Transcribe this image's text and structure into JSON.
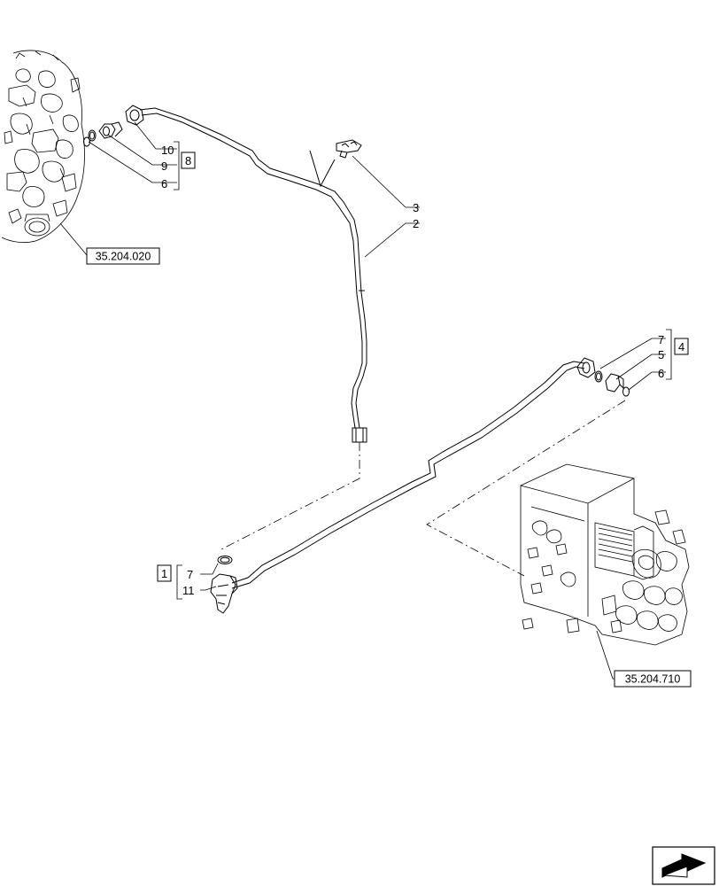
{
  "callouts": {
    "c10": "10",
    "c9": "9",
    "c6a": "6",
    "c8": "8",
    "c3": "3",
    "c2": "2",
    "c7a": "7",
    "c5": "5",
    "c6b": "6",
    "c4": "4",
    "c1": "1",
    "c7b": "7",
    "c11": "11"
  },
  "refs": {
    "left_assembly": "35.204.020",
    "valve_block": "35.204.710"
  },
  "icons": {
    "nav": "arrow-next-icon"
  }
}
